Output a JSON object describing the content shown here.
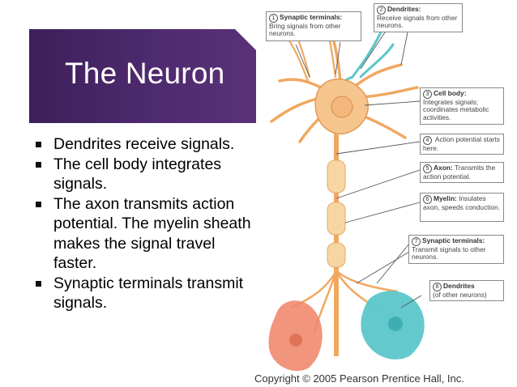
{
  "slide": {
    "title": "The Neuron",
    "bullets": [
      "Dendrites receive signals.",
      "The cell body integrates signals.",
      "The axon transmits action potential. The myelin sheath makes the signal travel faster.",
      "Synaptic terminals transmit signals."
    ]
  },
  "diagram": {
    "labels": [
      {
        "num": "1",
        "title": "Synaptic terminals:",
        "body": "Bring signals from other neurons."
      },
      {
        "num": "2",
        "title": "Dendrites:",
        "body": "Receive signals from other neurons."
      },
      {
        "num": "3",
        "title": "Cell body:",
        "body": "Integrates signals; coordinates metabolic activities."
      },
      {
        "num": "4",
        "title": "",
        "body": "Action potential starts here."
      },
      {
        "num": "5",
        "title": "Axon:",
        "body": "Transmits the action potential."
      },
      {
        "num": "6",
        "title": "Myelin:",
        "body": "Insulates axon, speeds conduction."
      },
      {
        "num": "7",
        "title": "Synaptic terminals:",
        "body": "Transmit signals to other neurons."
      },
      {
        "num": "8",
        "title": "Dendrites",
        "body": "(of other neurons)"
      }
    ],
    "copyright": "Copyright © 2005 Pearson Prentice Hall, Inc."
  },
  "colors": {
    "title_band": "#4a2768",
    "neuron_body": "#f6c58e",
    "neuron_orange": "#f0a860",
    "myelin": "#f7d6a3",
    "teal_cell": "#5cc6c9",
    "salmon_cell": "#f08a6e",
    "pointer_lines": "#555555"
  }
}
